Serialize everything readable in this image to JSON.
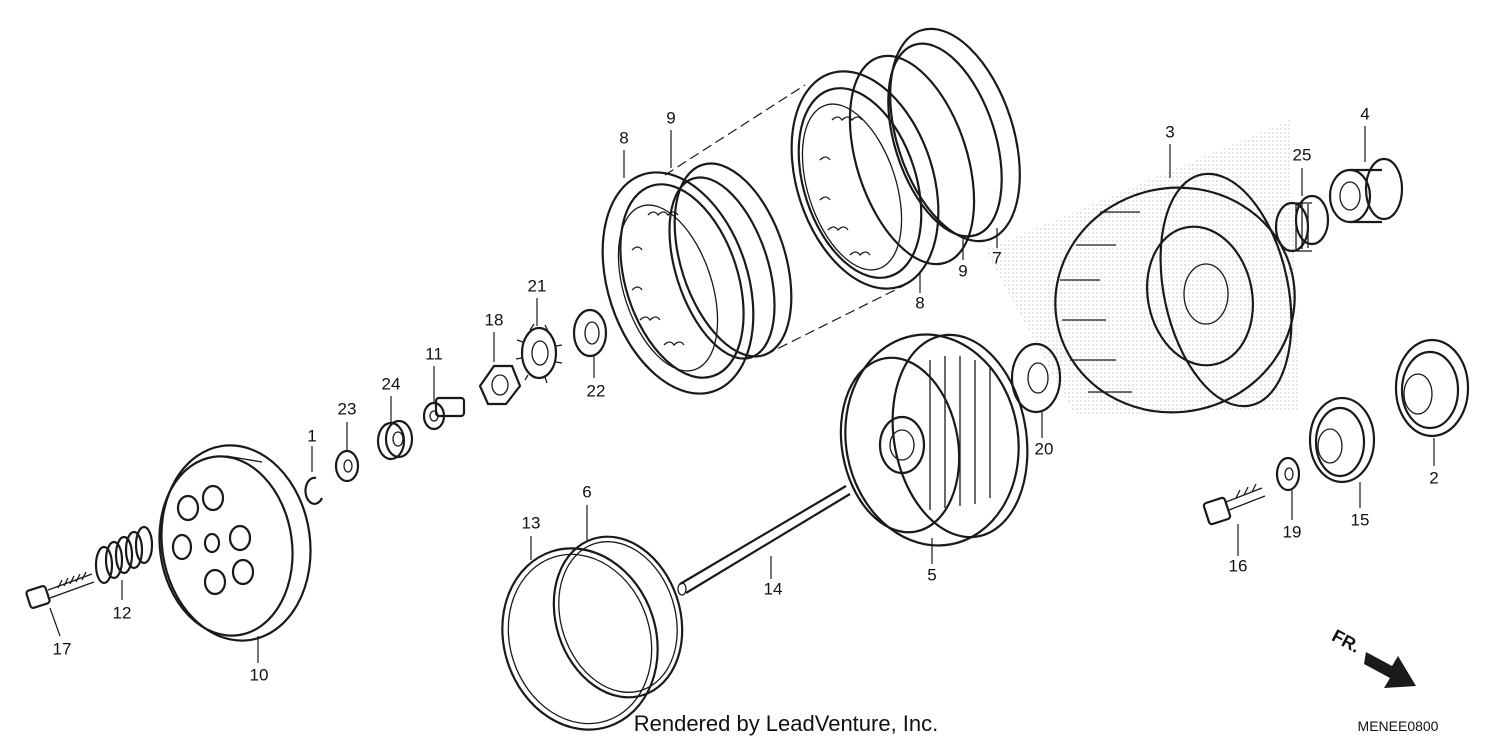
{
  "diagram": {
    "part_labels": {
      "p1": "1",
      "p2": "2",
      "p3": "3",
      "p4": "4",
      "p5": "5",
      "p6": "6",
      "p7": "7",
      "p8a": "8",
      "p8b": "8",
      "p9a": "9",
      "p9b": "9",
      "p10": "10",
      "p11": "11",
      "p12": "12",
      "p13": "13",
      "p14": "14",
      "p15": "15",
      "p16": "16",
      "p17": "17",
      "p18": "18",
      "p19": "19",
      "p20": "20",
      "p21": "21",
      "p22": "22",
      "p23": "23",
      "p24": "24",
      "p25": "25"
    },
    "credit": "Rendered by LeadVenture, Inc.",
    "diagram_code": "MENEE0800",
    "direction_label": "FR."
  }
}
